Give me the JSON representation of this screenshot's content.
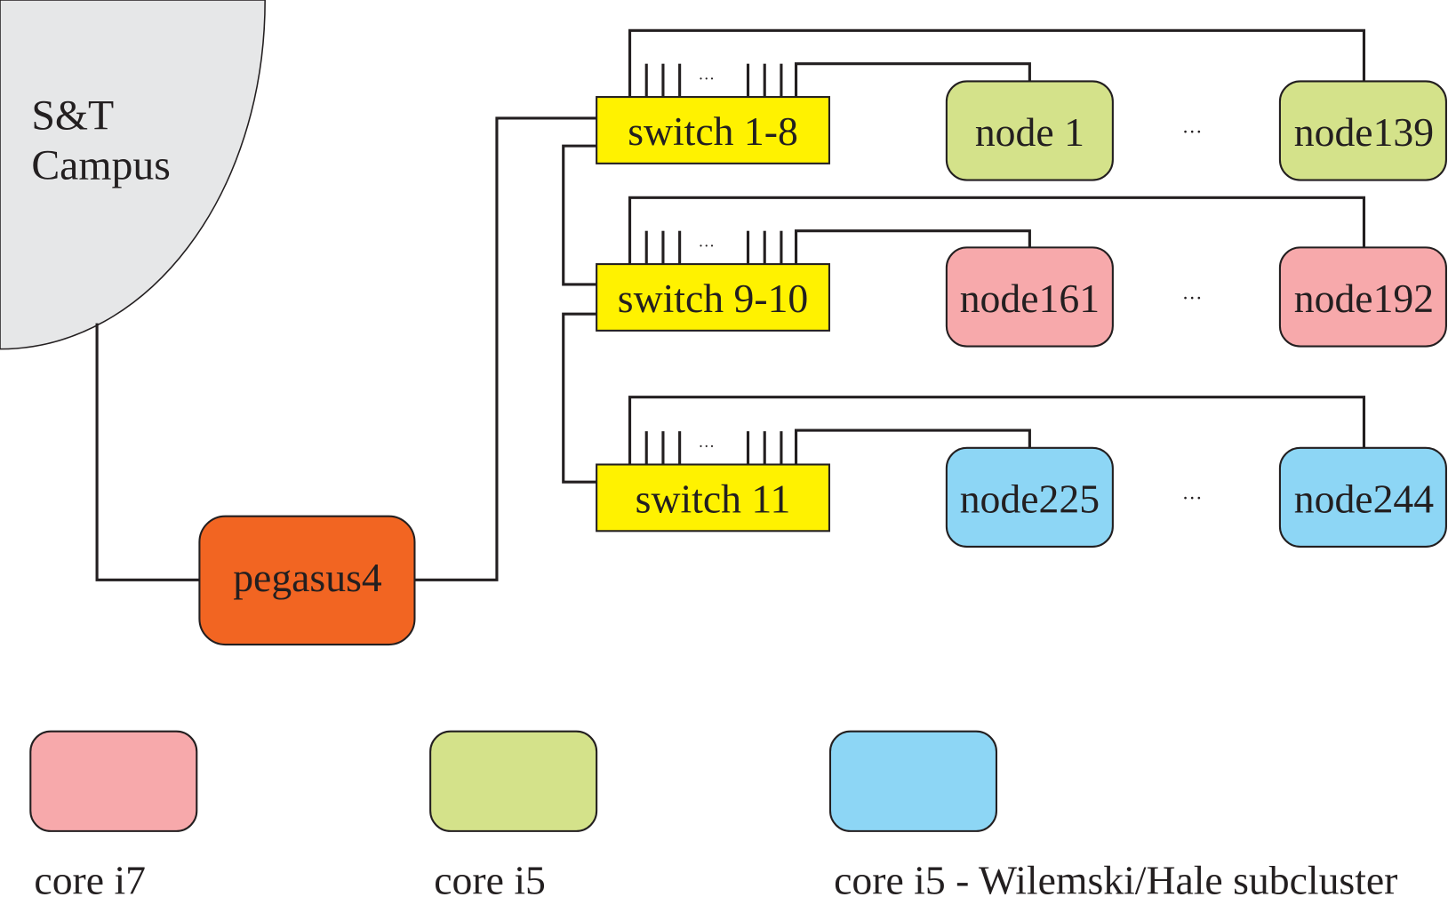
{
  "campus": {
    "label_line1": "S&T",
    "label_line2": "Campus",
    "color": "#e6e7e8"
  },
  "head_node": {
    "label": "pegasus4",
    "color": "#f26522"
  },
  "switch_color": "#fff200",
  "ellipsis": "...",
  "groups": [
    {
      "switch": "switch 1-8",
      "first_node": "node 1",
      "last_node": "node139",
      "color": "#d4e28a"
    },
    {
      "switch": "switch 9-10",
      "first_node": "node161",
      "last_node": "node192",
      "color": "#f7a9ab"
    },
    {
      "switch": "switch 11",
      "first_node": "node225",
      "last_node": "node244",
      "color": "#8dd6f5"
    }
  ],
  "legend": [
    {
      "label": "core i7",
      "color": "#f7a9ab"
    },
    {
      "label": "core i5",
      "color": "#d4e28a"
    },
    {
      "label": "core i5 - Wilemski/Hale subcluster",
      "color": "#8dd6f5"
    }
  ]
}
